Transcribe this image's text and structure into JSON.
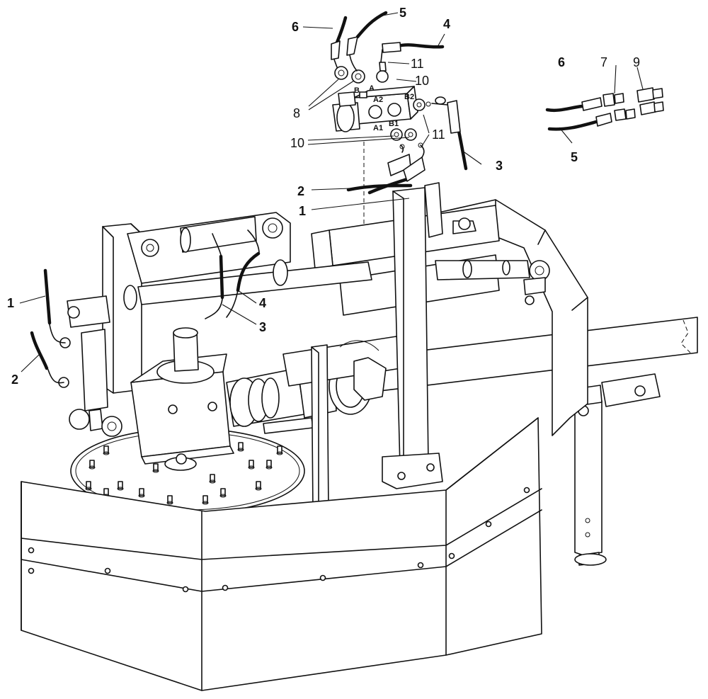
{
  "callouts": [
    {
      "id": "c6a",
      "text": "6"
    },
    {
      "id": "c5a",
      "text": "5"
    },
    {
      "id": "c4a",
      "text": "4"
    },
    {
      "id": "c11a",
      "text": "11"
    },
    {
      "id": "c10a",
      "text": "10"
    },
    {
      "id": "c8",
      "text": "8"
    },
    {
      "id": "c10b",
      "text": "10"
    },
    {
      "id": "c11b",
      "text": "11"
    },
    {
      "id": "c3a",
      "text": "3"
    },
    {
      "id": "c2a",
      "text": "2"
    },
    {
      "id": "c1a",
      "text": "1"
    },
    {
      "id": "c6b",
      "text": "6"
    },
    {
      "id": "c7",
      "text": "7"
    },
    {
      "id": "c9",
      "text": "9"
    },
    {
      "id": "c5b",
      "text": "5"
    },
    {
      "id": "c1b",
      "text": "1"
    },
    {
      "id": "c4b",
      "text": "4"
    },
    {
      "id": "c3b",
      "text": "3"
    },
    {
      "id": "c2b",
      "text": "2"
    }
  ],
  "valve_ports": {
    "b": "B",
    "a": "A",
    "a2": "A2",
    "b2": "B2",
    "a1": "A1",
    "b1": "B1"
  },
  "colors": {
    "line": "#111111",
    "background": "#ffffff"
  }
}
